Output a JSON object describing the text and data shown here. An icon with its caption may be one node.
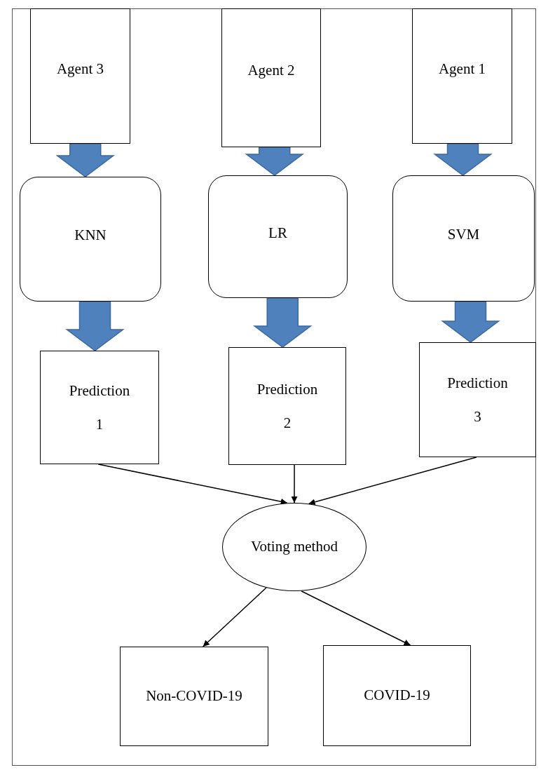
{
  "diagram": {
    "nodes": [
      {
        "text": [
          "Agent 3"
        ]
      },
      {
        "text": [
          "Agent 2"
        ]
      },
      {
        "text": [
          "Agent 1"
        ]
      },
      {
        "text": [
          "KNN"
        ]
      },
      {
        "text": [
          "LR"
        ]
      },
      {
        "text": [
          "SVM"
        ]
      },
      {
        "text": [
          "Prediction 1"
        ]
      },
      {
        "text": [
          "Prediction 2"
        ]
      },
      {
        "text": [
          "Prediction 3"
        ]
      },
      {
        "text": [
          "Voting method"
        ]
      },
      {
        "text": [
          "Non-COVID-19"
        ]
      },
      {
        "text": [
          "COVID-19"
        ]
      }
    ],
    "edges": [
      {
        "from": 0,
        "to": 3,
        "arrow": "to",
        "style": "thick",
        "color": "#4f81bd"
      },
      {
        "from": 1,
        "to": 4,
        "arrow": "to",
        "style": "thick",
        "color": "#4f81bd"
      },
      {
        "from": 2,
        "to": 5,
        "arrow": "to",
        "style": "thick",
        "color": "#4f81bd"
      },
      {
        "from": 3,
        "to": 6,
        "arrow": "to",
        "style": "thick",
        "color": "#4f81bd"
      },
      {
        "from": 4,
        "to": 7,
        "arrow": "to",
        "style": "thick",
        "color": "#4f81bd"
      },
      {
        "from": 5,
        "to": 8,
        "arrow": "to",
        "style": "thick",
        "color": "#4f81bd"
      },
      {
        "from": 6,
        "to": 9,
        "arrow": "to"
      },
      {
        "from": 7,
        "to": 9,
        "arrow": "to"
      },
      {
        "from": 8,
        "to": 9,
        "arrow": "to"
      },
      {
        "from": 9,
        "to": 10,
        "arrow": "to"
      },
      {
        "from": 9,
        "to": 11,
        "arrow": "to"
      }
    ]
  }
}
